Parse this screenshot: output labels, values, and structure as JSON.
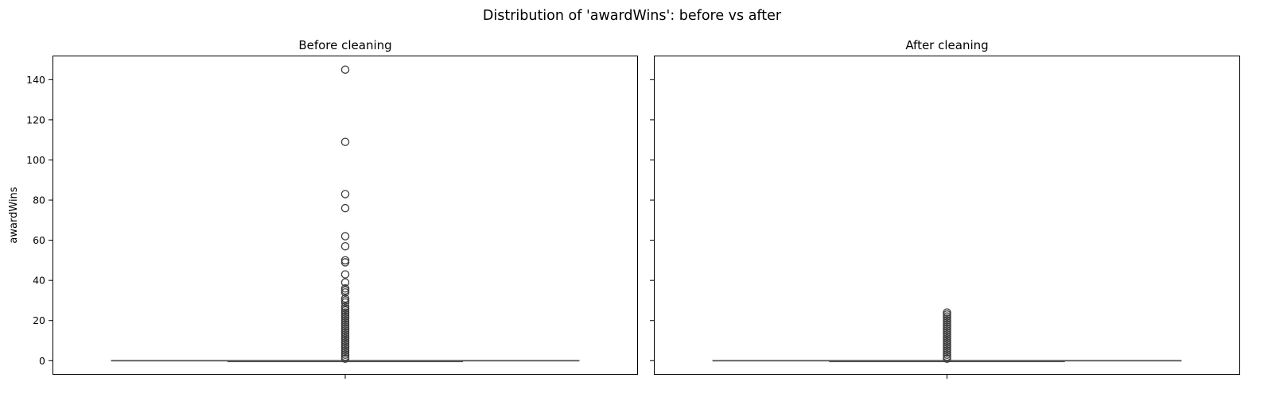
{
  "suptitle": "Distribution of 'awardWins': before vs after",
  "chart_data": [
    {
      "type": "box",
      "title": "Before cleaning",
      "xlabel": "",
      "ylabel": "awardWins",
      "ylim": [
        -7,
        152
      ],
      "yticks": [
        0,
        20,
        40,
        60,
        80,
        100,
        120,
        140
      ],
      "sharey": true,
      "box": {
        "q1": 0,
        "median": 0,
        "q3": 0,
        "whisker_low": 0,
        "whisker_high": 0
      },
      "outliers": [
        145,
        109,
        83,
        76,
        62,
        57,
        50,
        49,
        43,
        39,
        36,
        35,
        34,
        31,
        30,
        29,
        27,
        26,
        25,
        24,
        23,
        22,
        21,
        20,
        19,
        18,
        17,
        16,
        15,
        14,
        13,
        12,
        11,
        10,
        9,
        8,
        7,
        6,
        5,
        4,
        3,
        2,
        1
      ],
      "colors": {
        "box": "#4d4d4d",
        "outlier_edge": "#3d3d3d"
      }
    },
    {
      "type": "box",
      "title": "After cleaning",
      "xlabel": "",
      "ylabel": "",
      "ylim": [
        -7,
        152
      ],
      "yticks": [
        0,
        20,
        40,
        60,
        80,
        100,
        120,
        140
      ],
      "sharey": true,
      "box": {
        "q1": 0,
        "median": 0,
        "q3": 0,
        "whisker_low": 0,
        "whisker_high": 0
      },
      "outliers": [
        24,
        23,
        22,
        21,
        20,
        19,
        18,
        17,
        16,
        15,
        14,
        13,
        12,
        11,
        10,
        9,
        8,
        7,
        6,
        5,
        4,
        3,
        2,
        1
      ],
      "colors": {
        "box": "#4d4d4d",
        "outlier_edge": "#3d3d3d"
      }
    }
  ]
}
